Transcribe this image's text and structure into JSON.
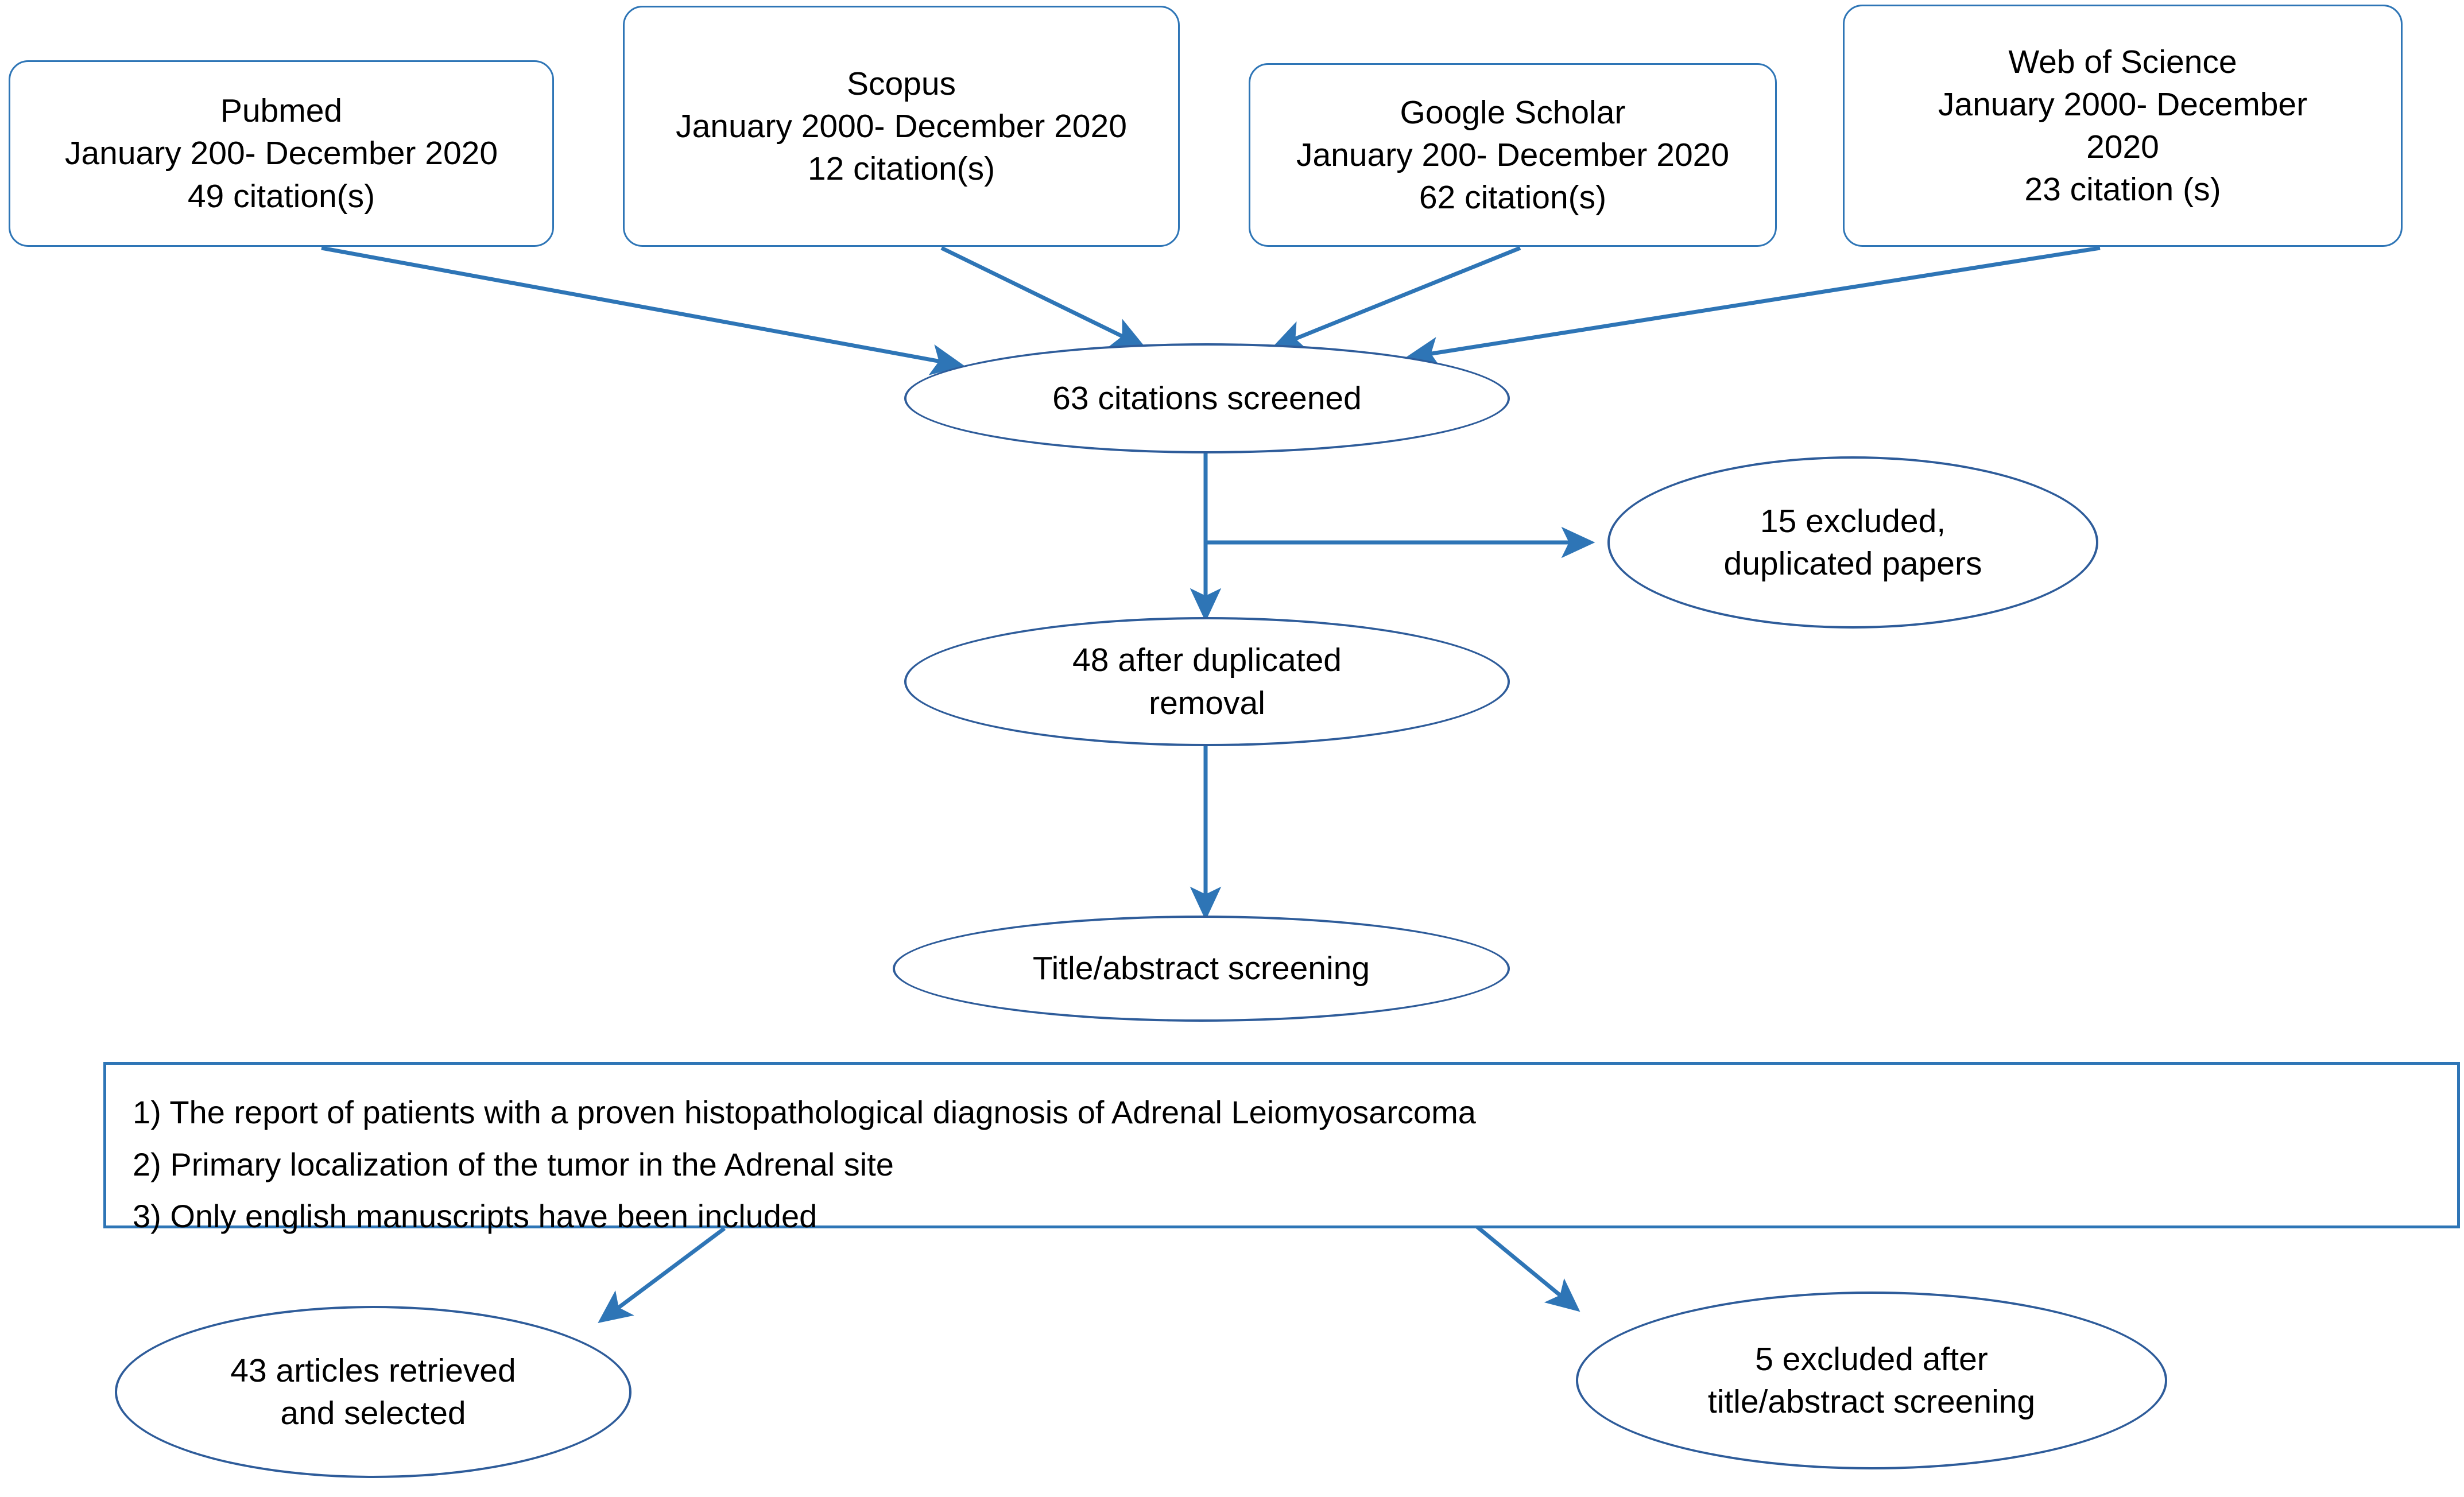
{
  "diagram": {
    "title": "PRISMA-style literature search flow diagram",
    "accent_color": "#2E75B6",
    "ellipse_stroke_color": "#2E5C9A",
    "text_color": "#000000",
    "background_color": "#FFFFFF"
  },
  "sources": [
    {
      "id": "pubmed",
      "name": "Pubmed",
      "date_range": "January 200- December 2020",
      "citations": "49 citation(s)"
    },
    {
      "id": "scopus",
      "name": "Scopus",
      "date_range": "January 2000- December 2020",
      "citations": "12 citation(s)"
    },
    {
      "id": "google-scholar",
      "name": "Google Scholar",
      "date_range": "January 200- December 2020",
      "citations": "62 citation(s)"
    },
    {
      "id": "web-of-science",
      "name": "Web of Science",
      "date_range_line1": "January 2000- December",
      "date_range_line2": "2020",
      "citations": "23 citation (s)"
    }
  ],
  "stages": {
    "screened": {
      "label": "63 citations screened"
    },
    "duplicates_excluded": {
      "line1": "15 excluded,",
      "line2": "duplicated papers"
    },
    "after_duplicate_removal": {
      "line1": "48 after duplicated",
      "line2": "removal"
    },
    "title_abstract_screening": {
      "label": "Title/abstract screening"
    },
    "retrieved": {
      "line1": "43 articles retrieved",
      "line2": "and selected"
    },
    "excluded_after_screening": {
      "line1": "5 excluded after",
      "line2": "title/abstract screening"
    }
  },
  "criteria": {
    "items": [
      "1) The report of patients with a proven histopathological diagnosis of Adrenal Leiomyosarcoma",
      "2) Primary localization of the tumor in the Adrenal site",
      "3) Only english manuscripts have been included"
    ]
  },
  "chart_data": {
    "type": "flowchart",
    "title": "Literature search and selection flow",
    "nodes": [
      {
        "id": "pubmed",
        "shape": "rounded-rect",
        "value": 49
      },
      {
        "id": "scopus",
        "shape": "rounded-rect",
        "value": 12
      },
      {
        "id": "google-scholar",
        "shape": "rounded-rect",
        "value": 62
      },
      {
        "id": "web-of-science",
        "shape": "rounded-rect",
        "value": 23
      },
      {
        "id": "screened",
        "shape": "ellipse",
        "value": 63
      },
      {
        "id": "duplicates-excluded",
        "shape": "ellipse",
        "value": 15
      },
      {
        "id": "after-duplicate-removal",
        "shape": "ellipse",
        "value": 48
      },
      {
        "id": "title-abstract-screening",
        "shape": "ellipse"
      },
      {
        "id": "criteria",
        "shape": "rect"
      },
      {
        "id": "retrieved",
        "shape": "ellipse",
        "value": 43
      },
      {
        "id": "excluded-after-screening",
        "shape": "ellipse",
        "value": 5
      }
    ],
    "edges": [
      {
        "from": "pubmed",
        "to": "screened"
      },
      {
        "from": "scopus",
        "to": "screened"
      },
      {
        "from": "google-scholar",
        "to": "screened"
      },
      {
        "from": "web-of-science",
        "to": "screened"
      },
      {
        "from": "screened",
        "to": "duplicates-excluded"
      },
      {
        "from": "screened",
        "to": "after-duplicate-removal"
      },
      {
        "from": "after-duplicate-removal",
        "to": "title-abstract-screening"
      },
      {
        "from": "criteria",
        "to": "retrieved"
      },
      {
        "from": "criteria",
        "to": "excluded-after-screening"
      }
    ]
  }
}
